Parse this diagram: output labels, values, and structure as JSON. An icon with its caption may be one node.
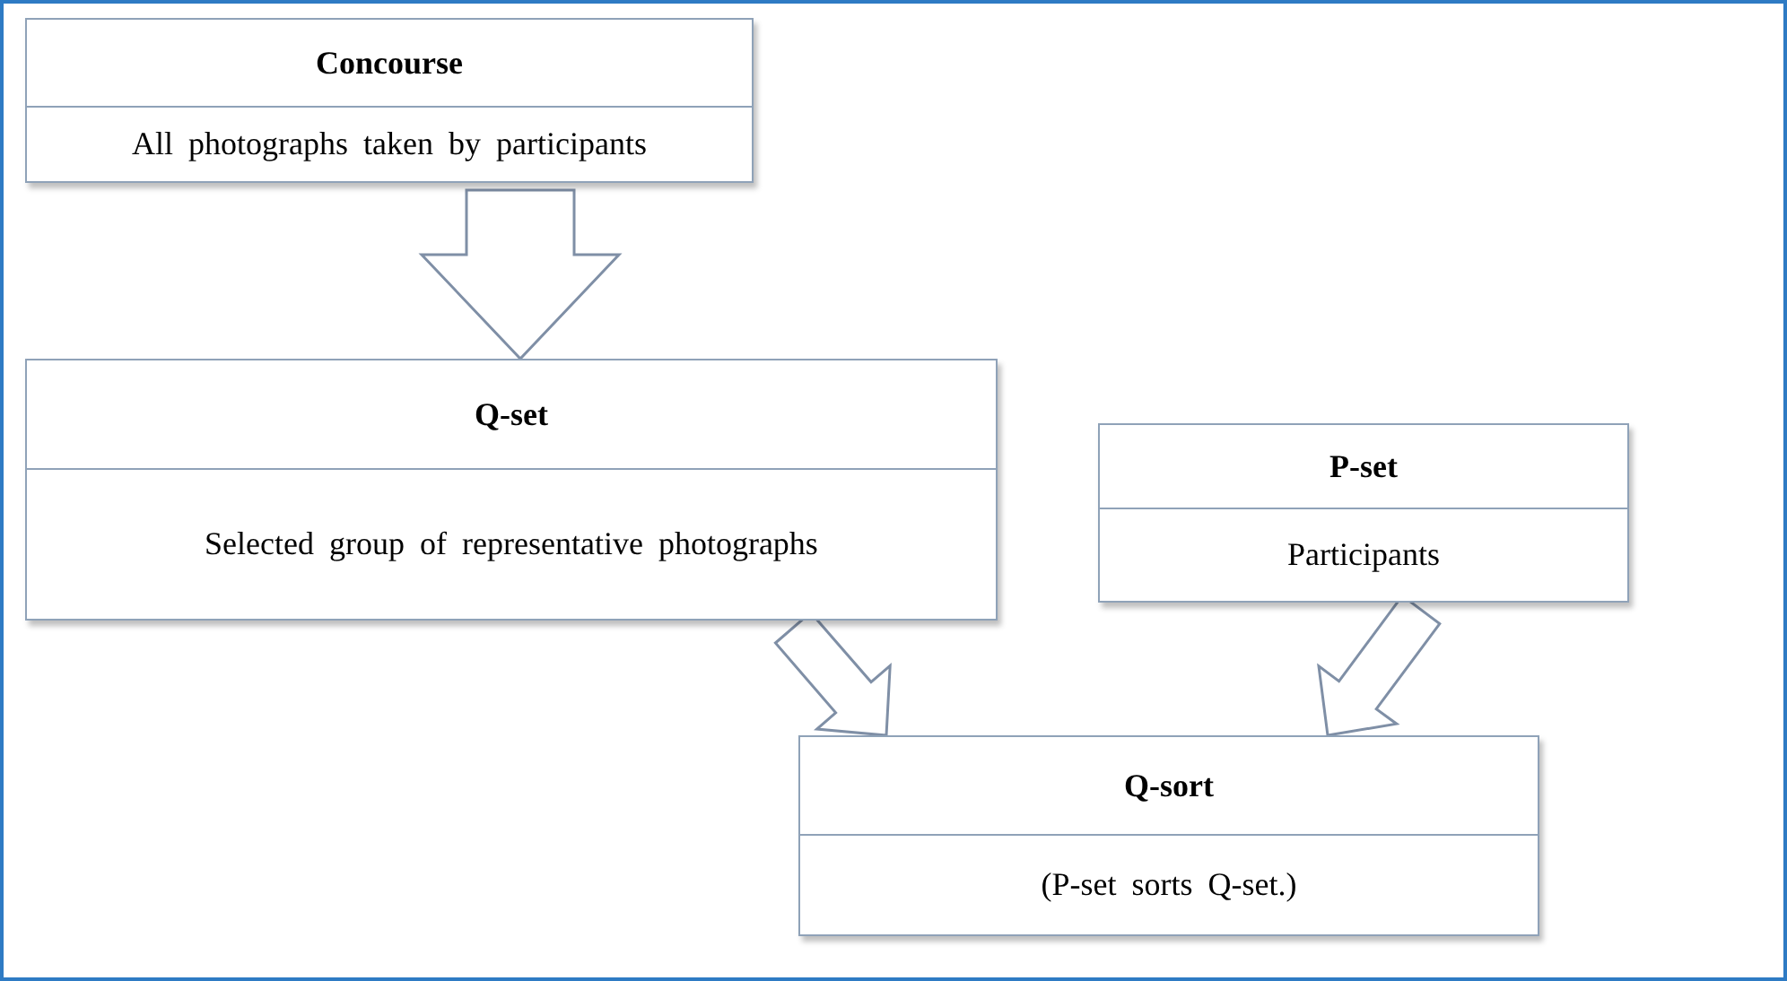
{
  "diagram": {
    "nodes": [
      {
        "text": [
          "Concourse",
          "All photographs taken by participants"
        ]
      },
      {
        "text": [
          "Q-set",
          "Selected group of representative photographs"
        ]
      },
      {
        "text": [
          "P-set",
          "Participants"
        ]
      },
      {
        "text": [
          "Q-sort",
          "(P-set sorts Q-set.)"
        ]
      }
    ],
    "edges": [
      {
        "from": 0,
        "to": 1,
        "arrow": "to"
      },
      {
        "from": 1,
        "to": 3,
        "arrow": "to"
      },
      {
        "from": 2,
        "to": 3,
        "arrow": "to"
      }
    ]
  }
}
